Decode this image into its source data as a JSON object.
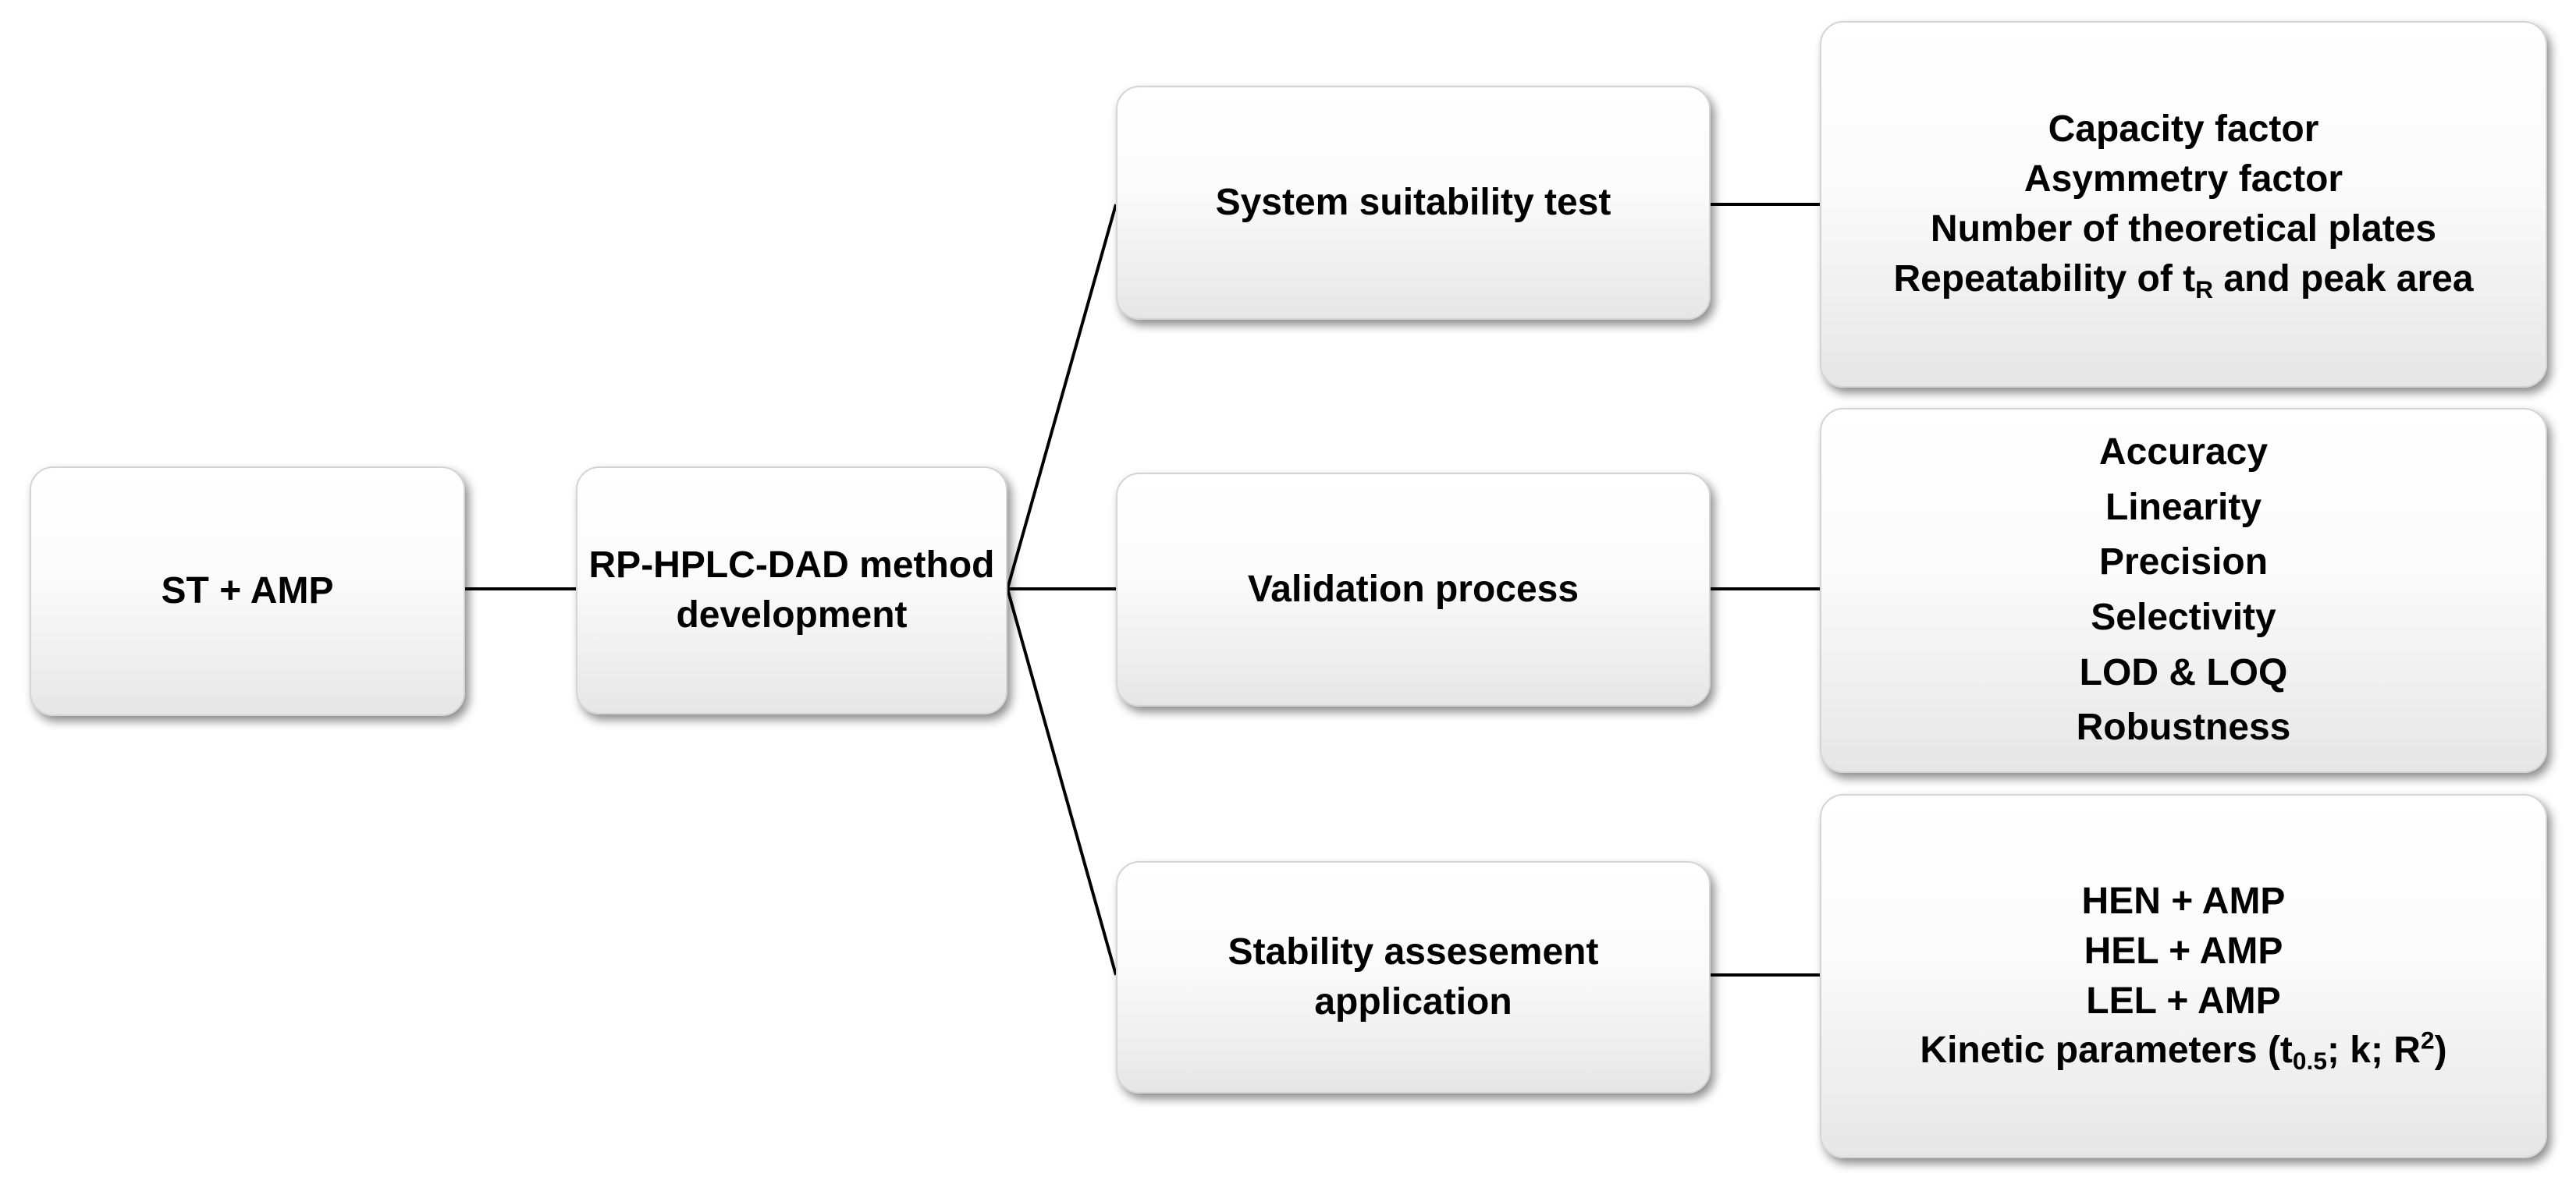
{
  "start": {
    "label": "ST + AMP"
  },
  "development": {
    "lines": [
      "RP-HPLC-DAD method",
      "development"
    ]
  },
  "branches": {
    "system_suitability": {
      "label": "System suitability test",
      "details": {
        "capacity": "Capacity factor",
        "asymmetry": "Asymmetry factor",
        "plates": "Number of theoretical plates",
        "repeatability_prefix": "Repeatability of t",
        "repeatability_sub": "R",
        "repeatability_suffix": " and peak area"
      }
    },
    "validation": {
      "label": "Validation process",
      "details": [
        "Accuracy",
        "Linearity",
        "Precision",
        "Selectivity",
        "LOD & LOQ",
        "Robustness"
      ]
    },
    "stability": {
      "lines": [
        "Stability assesement",
        "application"
      ],
      "details": {
        "hen": "HEN + AMP",
        "hel": "HEL + AMP",
        "lel": "LEL + AMP",
        "kinetic_prefix": "Kinetic parameters (t",
        "kinetic_sub": "0.5",
        "kinetic_mid": "; k; R",
        "kinetic_sup": "2",
        "kinetic_suffix": ")"
      }
    }
  },
  "colors": {
    "line": "#000000",
    "box_border": "#d4d4d4",
    "box_fill_top": "#ffffff",
    "box_fill_bottom": "#e6e6e6",
    "text": "#000000"
  }
}
